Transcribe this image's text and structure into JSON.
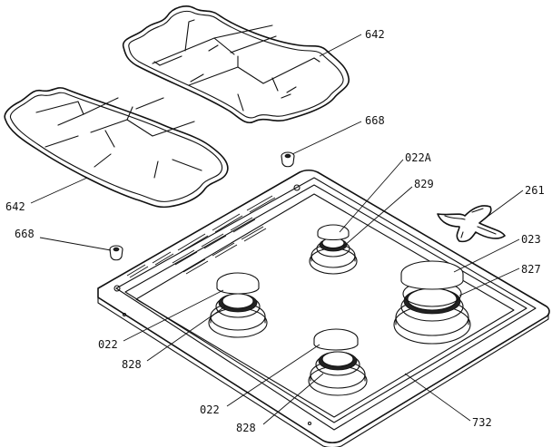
{
  "labels": {
    "grate_top": "642",
    "grate_left": "642",
    "foot_top": "668",
    "foot_left": "668",
    "burner_small_cap": "022A",
    "burner_small_ring": "829",
    "wok_support": "261",
    "burner_large_cap": "023",
    "burner_large_ring": "827",
    "burner_left_cap": "022",
    "burner_left_ring": "828",
    "burner_front_cap": "022",
    "burner_front_ring": "828",
    "cooktop_tray": "732"
  }
}
